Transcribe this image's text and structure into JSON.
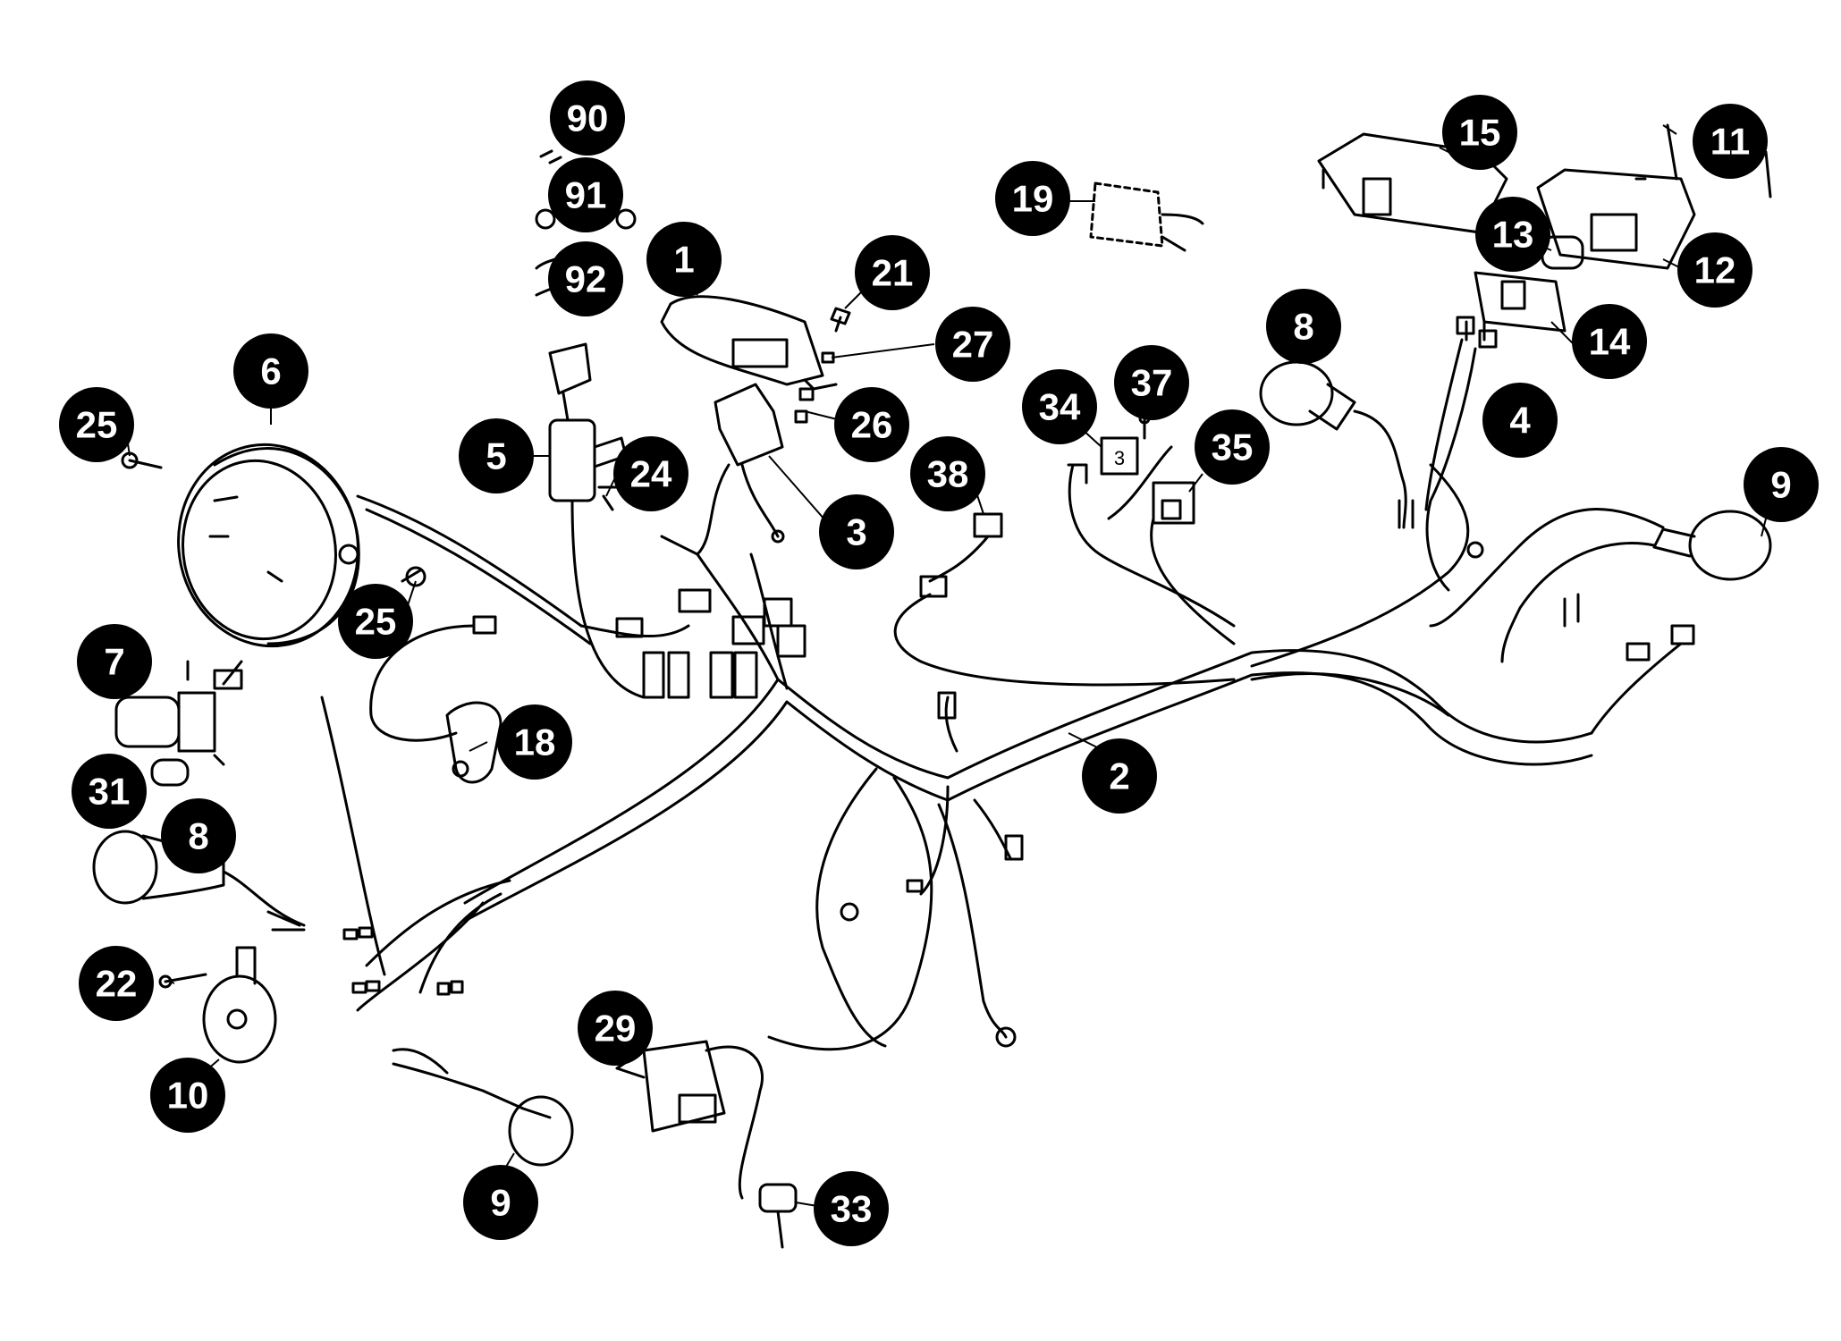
{
  "diagram": {
    "callouts": [
      {
        "id": "c-90",
        "label": "90"
      },
      {
        "id": "c-91",
        "label": "91"
      },
      {
        "id": "c-92",
        "label": "92"
      },
      {
        "id": "c-1",
        "label": "1"
      },
      {
        "id": "c-21",
        "label": "21"
      },
      {
        "id": "c-27",
        "label": "27"
      },
      {
        "id": "c-26",
        "label": "26"
      },
      {
        "id": "c-3",
        "label": "3"
      },
      {
        "id": "c-6",
        "label": "6"
      },
      {
        "id": "c-25a",
        "label": "25"
      },
      {
        "id": "c-25b",
        "label": "25"
      },
      {
        "id": "c-5",
        "label": "5"
      },
      {
        "id": "c-24",
        "label": "24"
      },
      {
        "id": "c-7",
        "label": "7"
      },
      {
        "id": "c-31",
        "label": "31"
      },
      {
        "id": "c-8a",
        "label": "8"
      },
      {
        "id": "c-18",
        "label": "18"
      },
      {
        "id": "c-22",
        "label": "22"
      },
      {
        "id": "c-10",
        "label": "10"
      },
      {
        "id": "c-9a",
        "label": "9"
      },
      {
        "id": "c-29",
        "label": "29"
      },
      {
        "id": "c-33",
        "label": "33"
      },
      {
        "id": "c-2",
        "label": "2"
      },
      {
        "id": "c-19",
        "label": "19"
      },
      {
        "id": "c-38",
        "label": "38"
      },
      {
        "id": "c-34",
        "label": "34"
      },
      {
        "id": "c-37",
        "label": "37"
      },
      {
        "id": "c-35",
        "label": "35"
      },
      {
        "id": "c-8b",
        "label": "8"
      },
      {
        "id": "c-4",
        "label": "4"
      },
      {
        "id": "c-15",
        "label": "15"
      },
      {
        "id": "c-13",
        "label": "13"
      },
      {
        "id": "c-12",
        "label": "12"
      },
      {
        "id": "c-14",
        "label": "14"
      },
      {
        "id": "c-11",
        "label": "11"
      },
      {
        "id": "c-9b",
        "label": "9"
      }
    ],
    "component_text": {
      "relay_marking": "3"
    }
  }
}
